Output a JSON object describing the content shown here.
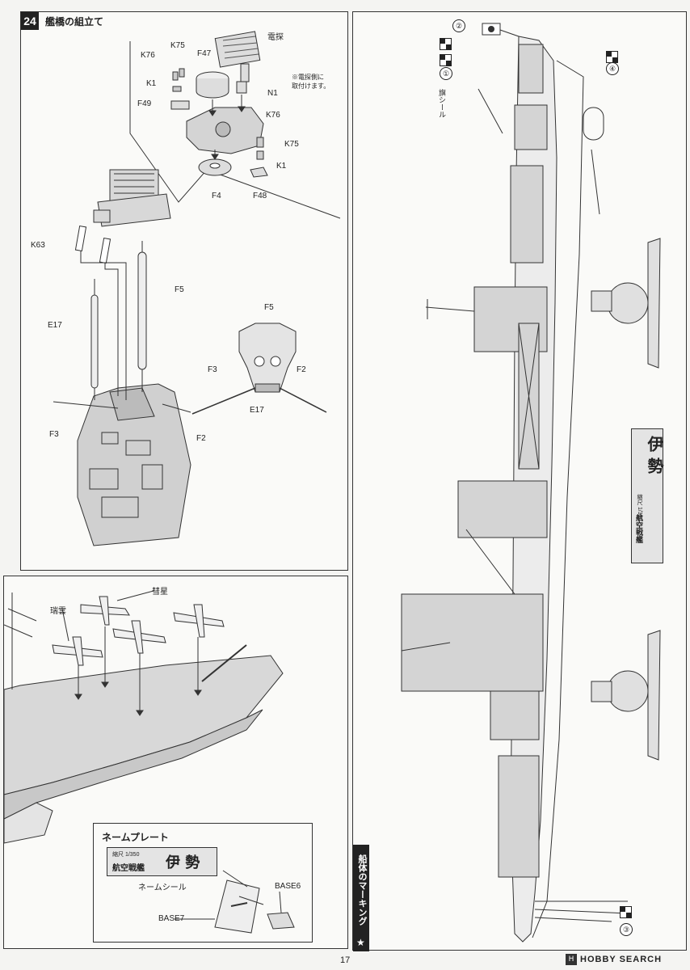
{
  "step24": {
    "number": "24",
    "title": "艦橋の組立て",
    "parts": {
      "k75_top": "K75",
      "k76_top": "K76",
      "f47": "F47",
      "radar": "電探",
      "k1_top": "K1",
      "f49": "F49",
      "n1": "N1",
      "note": "※電探側に\n取付けます。",
      "k76_right": "K76",
      "k75_right": "K75",
      "k1_right": "K1",
      "f4": "F4",
      "f48": "F48",
      "k63": "K63",
      "f5_main": "F5",
      "e17_main": "E17",
      "f3_main": "F3",
      "f2_main": "F2",
      "f5_detail": "F5",
      "f3_detail": "F3",
      "f2_detail": "F2",
      "e17_detail": "E17"
    }
  },
  "aircraft_panel": {
    "suisei": "彗星",
    "zuiun": "瑞雲"
  },
  "nameplate": {
    "heading": "ネームプレート",
    "plate_small": "縮尺 1/350",
    "plate_type": "航空戦艦",
    "plate_name": "伊 勢",
    "seal_label": "ネームシール",
    "base6": "BASE6",
    "base7": "BASE7"
  },
  "marking": {
    "section_title": "船体のマーキング",
    "flag_seal": "旗シール",
    "markers": [
      "①",
      "②",
      "③",
      "④"
    ],
    "vertical_plate_small": "縮尺 1/350",
    "vertical_plate_type": "航空戦艦",
    "vertical_plate_name": "伊 勢"
  },
  "footer": {
    "page_number": "17",
    "watermark": "HOBBY SEARCH"
  }
}
